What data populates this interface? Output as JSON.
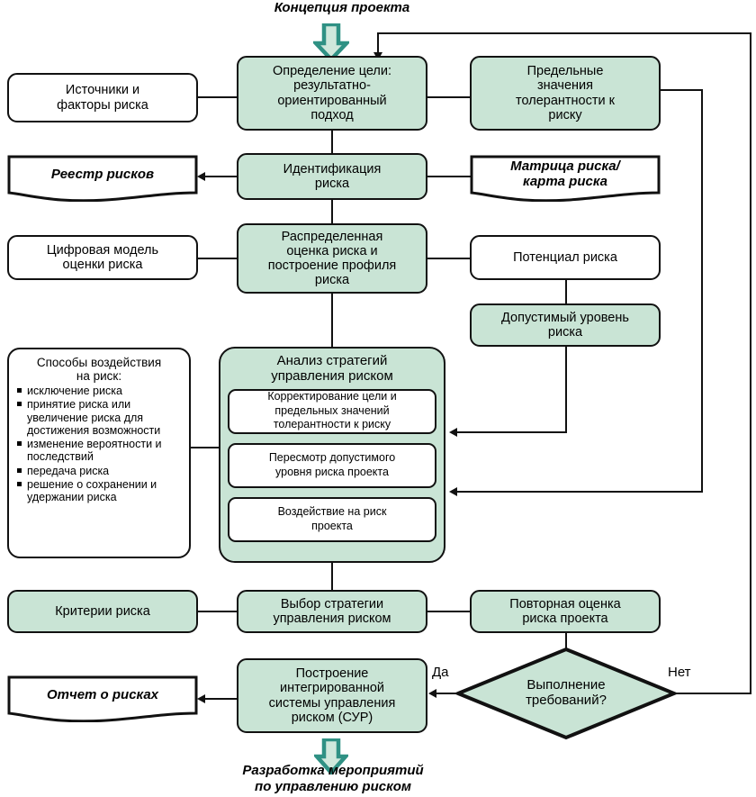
{
  "diagram": {
    "title_top": "Концепция проекта",
    "title_bottom_line1": "Разработка мероприятий",
    "title_bottom_line2": "по управлению риском",
    "colors": {
      "fill_green": "#c9e4d5",
      "fill_white": "#ffffff",
      "stroke": "#111111",
      "arrow_teal": "#2f9184"
    }
  },
  "nodes": {
    "sources": "Источники и\nфакторы риска",
    "goal": "Определение цели:\nрезультатно-\nориентированный\nподход",
    "tolerance": "Предельные\nзначения\nтолерантности к\nриску",
    "registry": "Реестр рисков",
    "identification": "Идентификация\nриска",
    "matrix": "Матрица риска/\nкарта риска",
    "digital_model": "Цифровая модель\nоценки риска",
    "distributed": "Распределенная\nоценка риска и\nпостроение профиля\nриска",
    "potential": "Потенциал риска",
    "acceptable": "Допустимый уровень\nриска",
    "analysis_title": "Анализ стратегий\nуправления риском",
    "analysis_sub": [
      "Корректирование цели и\nпредельных значений\nтолерантности к риску",
      "Пересмотр допустимого\nуровня риска проекта",
      "Воздействие на риск\nпроекта"
    ],
    "methods_title": "Способы воздействия\nна риск:",
    "methods_items": [
      "исключение риска",
      "принятие риска или увеличение риска для достижения возможности",
      "изменение вероятности и последствий",
      "передача риска",
      "решение о сохранении и удержании риска"
    ],
    "criteria": "Критерии риска",
    "strategy_choice": "Выбор стратегии\nуправления риском",
    "reassessment": "Повторная оценка\nриска проекта",
    "integrated": "Построение\nинтегрированной\nсистемы управления\nриском (СУР)",
    "report": "Отчет о рисках",
    "decision": "Выполнение\nтребований?"
  },
  "edge_labels": {
    "yes": "Да",
    "no": "Нет"
  },
  "icons": {
    "top_arrow": "block-arrow-down-icon",
    "bottom_arrow": "block-arrow-down-icon"
  }
}
